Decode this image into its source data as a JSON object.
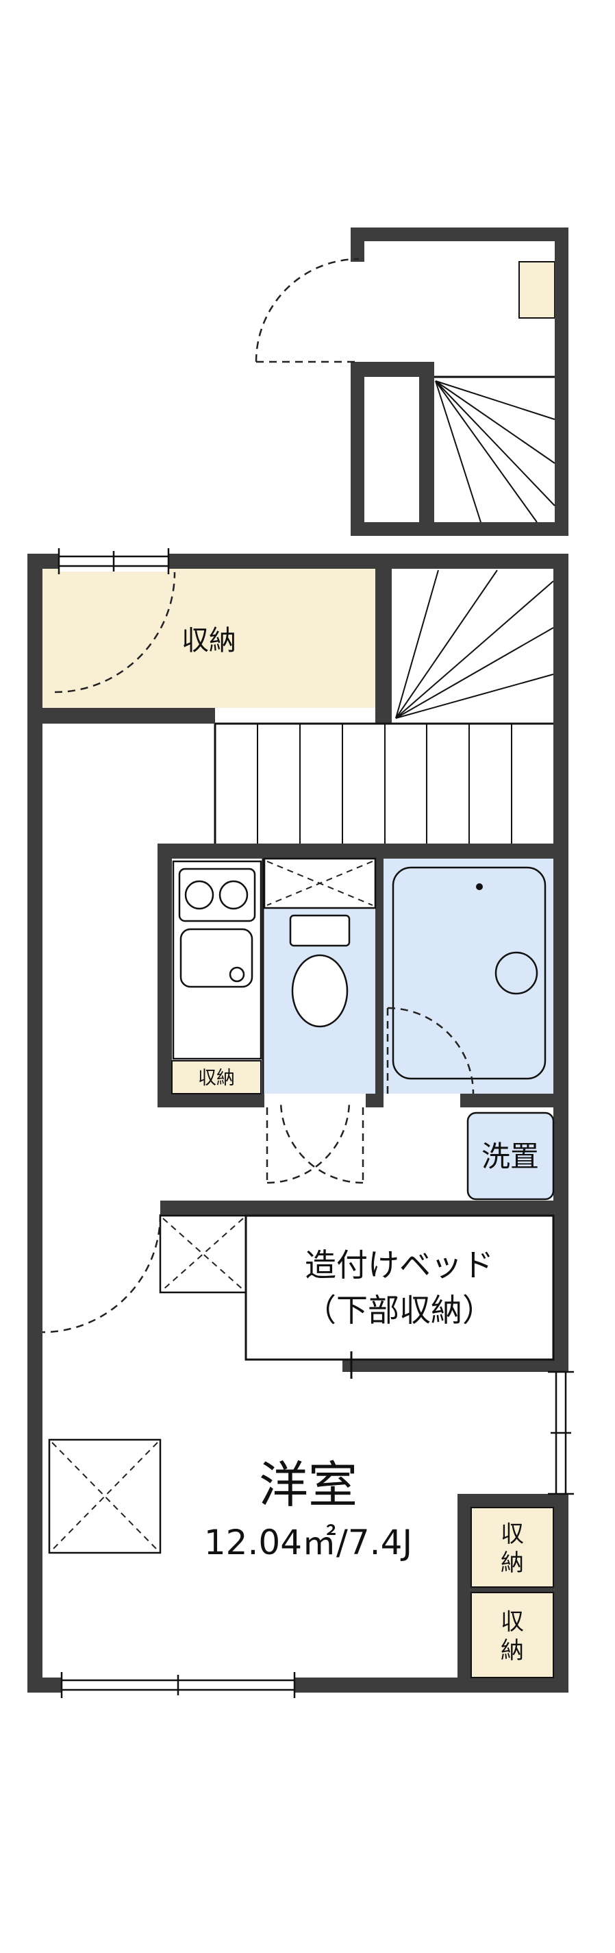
{
  "meta": {
    "title": "間取り図",
    "room_type_label": "洋室"
  },
  "colors": {
    "wall": "#3d3d3d",
    "line": "#111111",
    "storage_fill": "#f9efd4",
    "water_fill": "#d9e7f8",
    "background": "#ffffff"
  },
  "rooms": {
    "upper_storage": {
      "label": "収納"
    },
    "small_storage": {
      "label": "収納"
    },
    "washer_space": {
      "label": "洗置"
    },
    "built_in_bed": {
      "line1": "造付けベッド",
      "line2": "（下部収納）"
    },
    "main_room": {
      "name": "洋室",
      "size": "12.04㎡/7.4J"
    },
    "storages_bottom_right": [
      {
        "l1": "収",
        "l2": "納"
      },
      {
        "l1": "収",
        "l2": "納"
      }
    ]
  }
}
